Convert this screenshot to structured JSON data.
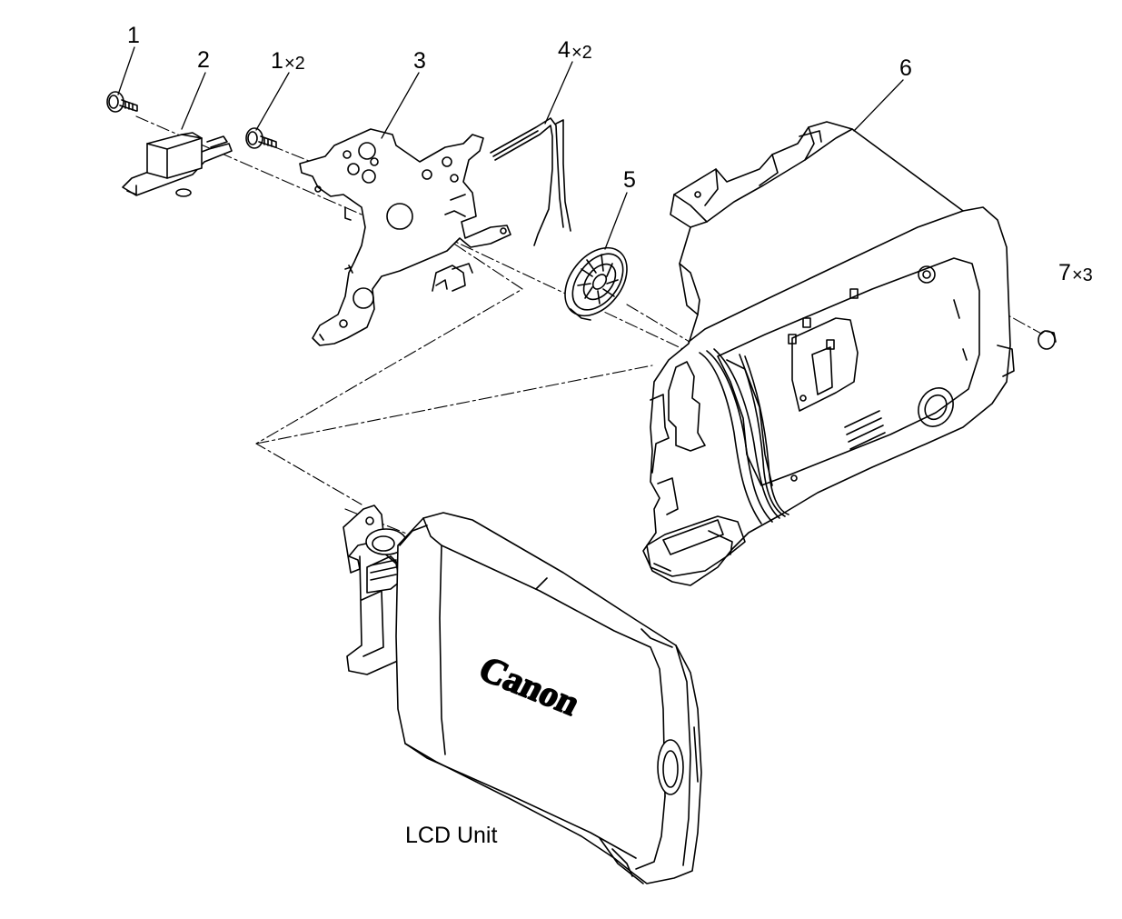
{
  "callouts": {
    "c1": {
      "label": "1",
      "qty": ""
    },
    "c2": {
      "label": "2",
      "qty": ""
    },
    "c1b": {
      "label": "1",
      "qty": "×2"
    },
    "c3": {
      "label": "3",
      "qty": ""
    },
    "c4": {
      "label": "4",
      "qty": "×2"
    },
    "c5": {
      "label": "5",
      "qty": ""
    },
    "c6": {
      "label": "6",
      "qty": ""
    },
    "c7": {
      "label": "7",
      "qty": "×3"
    }
  },
  "caption": "LCD Unit",
  "brand_logo": "Canon",
  "colors": {
    "line": "#000000",
    "background": "#ffffff"
  }
}
